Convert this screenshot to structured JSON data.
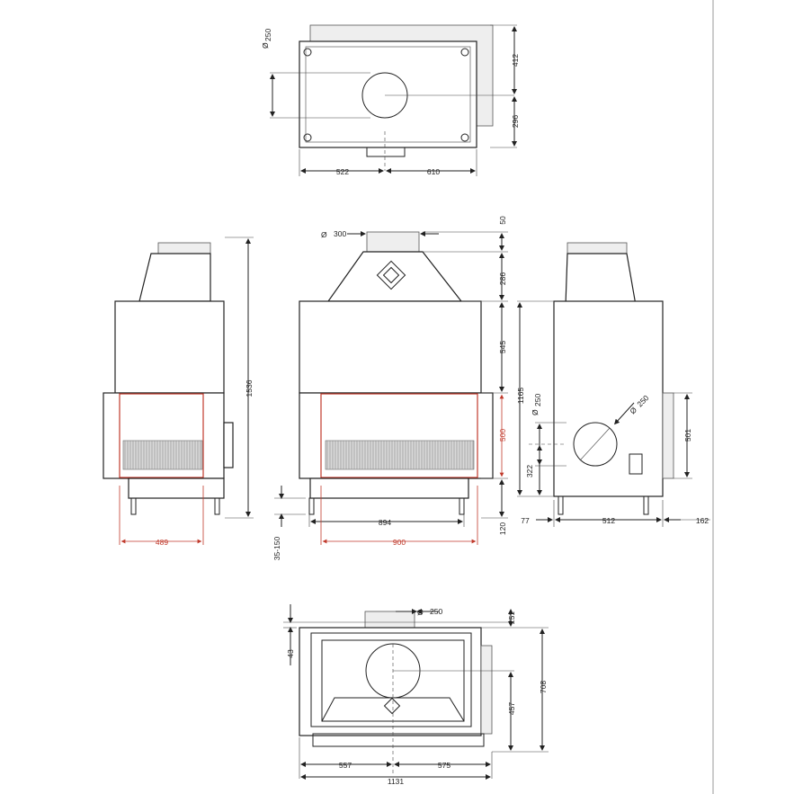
{
  "dimensions": {
    "top": {
      "d250": "250",
      "d412": "412",
      "d296": "296",
      "d522": "522",
      "d610": "610"
    },
    "front": {
      "d300": "300",
      "d50": "50",
      "d286": "286",
      "d545": "545",
      "d500": "500",
      "d894": "894",
      "d900": "900",
      "d120": "120",
      "d35_150": "35-150"
    },
    "left": {
      "d1536": "1536",
      "d489": "489"
    },
    "right": {
      "d1165": "1165",
      "d250a": "250",
      "d250b": "250",
      "d322": "322",
      "d501": "501",
      "d77": "77",
      "d512": "512",
      "d162": "162"
    },
    "plan": {
      "d250": "250",
      "d251": "251",
      "d43": "43",
      "d708": "708",
      "d457": "457",
      "d557": "557",
      "d575": "575",
      "d1131": "1131"
    }
  },
  "symbols": {
    "diameter": "Ø"
  },
  "colors": {
    "line": "#222222",
    "accent": "#c0392b",
    "fill": "#d9d9d9"
  },
  "icons": {
    "diameter": "diameter-symbol-icon",
    "dimension-arrow": "arrow-icon"
  }
}
